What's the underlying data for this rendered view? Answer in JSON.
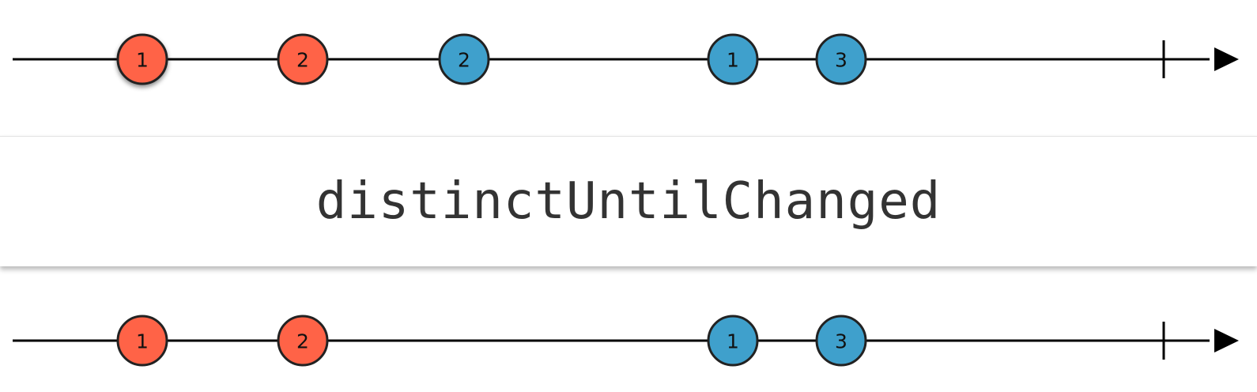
{
  "colors": {
    "line": "#000000",
    "marble_red": "#ff6347",
    "marble_blue": "#3fa0cc",
    "marble_stroke": "#222222",
    "label_text": "#333333",
    "box_border": "#e3e3e3"
  },
  "operator": {
    "label": "distinctUntilChanged"
  },
  "input_stream": {
    "completed": true,
    "marbles": [
      {
        "label": "1",
        "color": "red",
        "t": 1,
        "highlighted": true
      },
      {
        "label": "2",
        "color": "red",
        "t": 2
      },
      {
        "label": "2",
        "color": "blue",
        "t": 3
      },
      {
        "label": "1",
        "color": "blue",
        "t": 4
      },
      {
        "label": "3",
        "color": "blue",
        "t": 5
      }
    ]
  },
  "output_stream": {
    "completed": true,
    "marbles": [
      {
        "label": "1",
        "color": "red",
        "t": 1
      },
      {
        "label": "2",
        "color": "red",
        "t": 2
      },
      {
        "label": "1",
        "color": "blue",
        "t": 4
      },
      {
        "label": "3",
        "color": "blue",
        "t": 5
      }
    ]
  }
}
